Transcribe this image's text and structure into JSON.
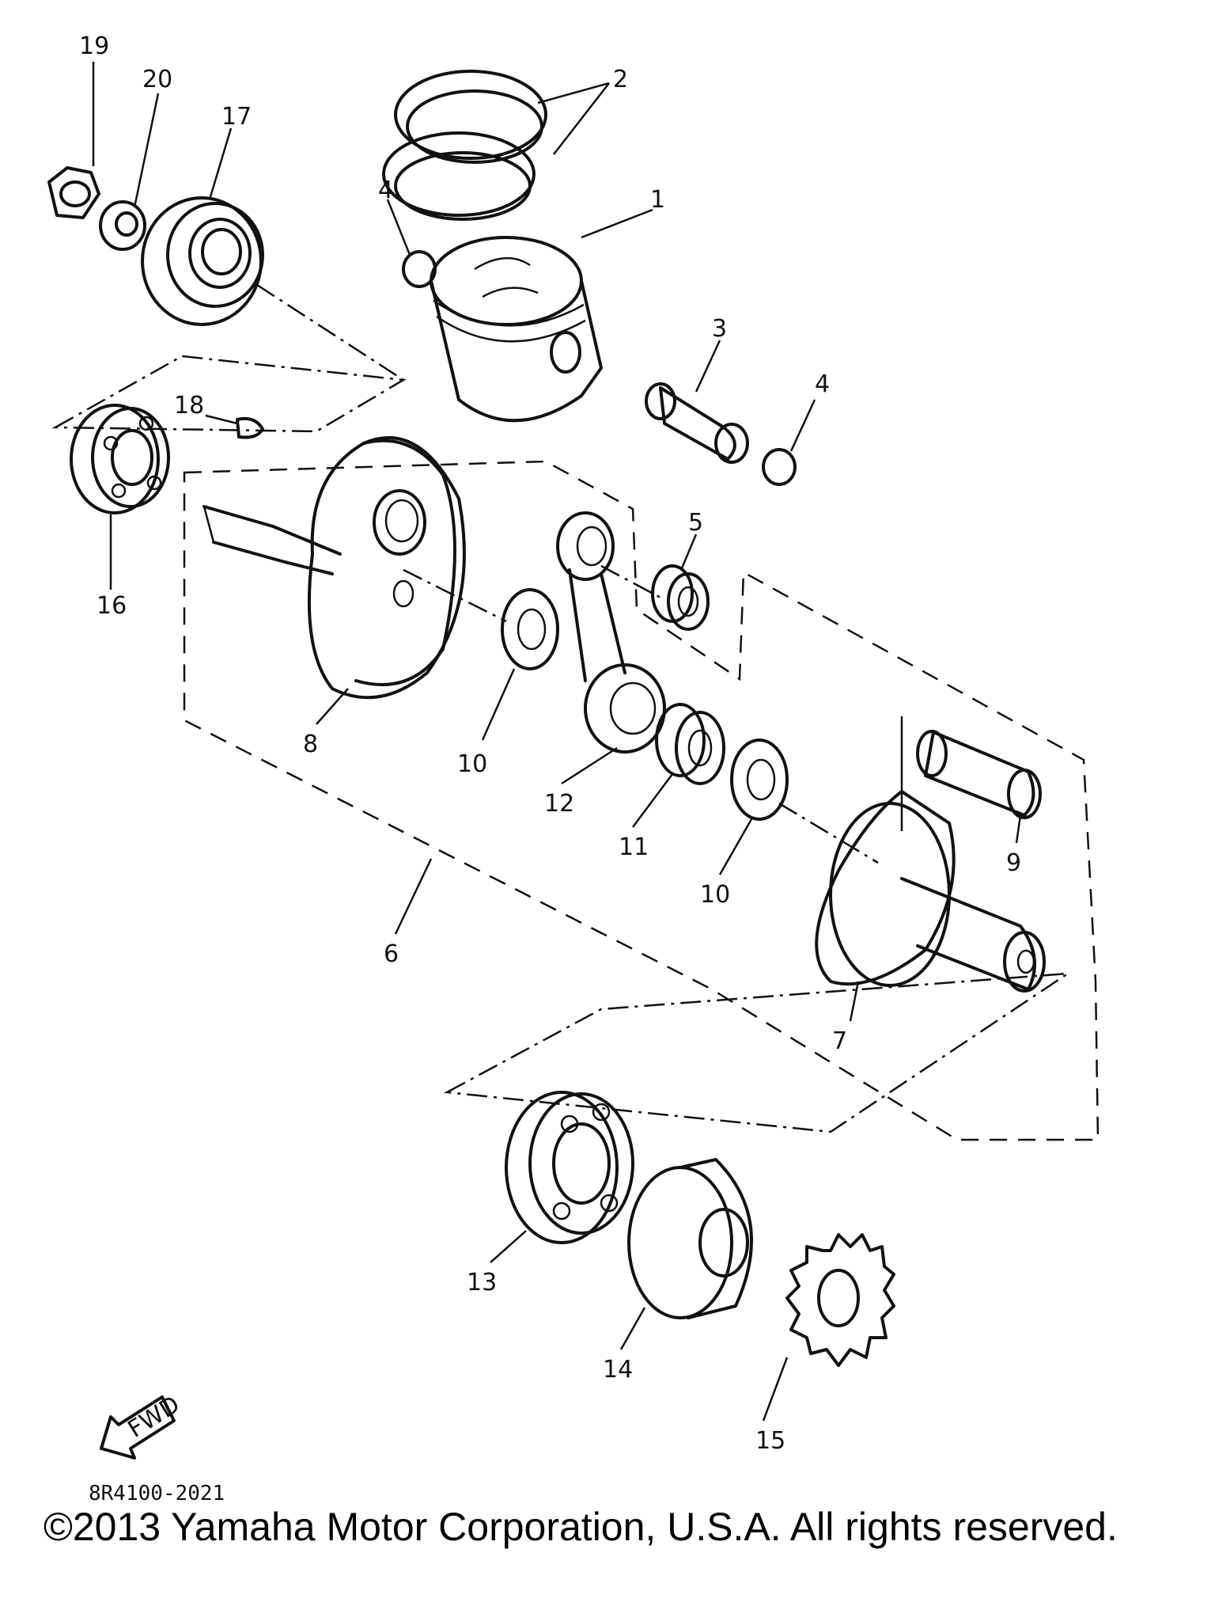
{
  "diagram": {
    "callouts": {
      "c1": "1",
      "c2": "2",
      "c3": "3",
      "c4a": "4",
      "c4b": "4",
      "c5": "5",
      "c6": "6",
      "c7": "7",
      "c8": "8",
      "c9": "9",
      "c10a": "10",
      "c10b": "10",
      "c11": "11",
      "c12": "12",
      "c13": "13",
      "c14": "14",
      "c15": "15",
      "c16": "16",
      "c17": "17",
      "c18": "18",
      "c19": "19",
      "c20": "20"
    },
    "fwd_label": "FWD",
    "drawing_code": "8R4100-2021"
  },
  "footer": {
    "copyright": "©2013 Yamaha Motor Corporation, U.S.A. All rights reserved."
  }
}
